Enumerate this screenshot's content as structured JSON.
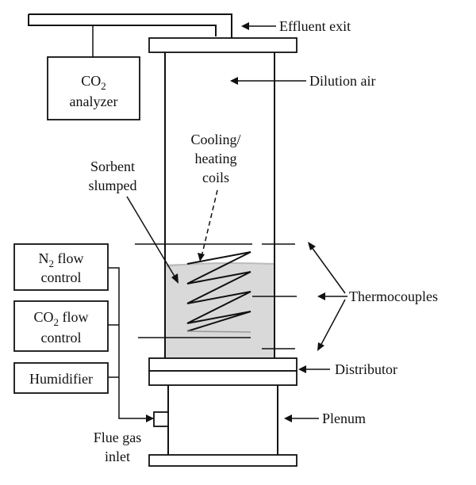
{
  "labels": {
    "effluent_exit": "Effluent exit",
    "dilution_air": "Dilution air",
    "co2_analyzer_line1": "CO",
    "co2_analyzer_sub": "2",
    "co2_analyzer_line2": "analyzer",
    "cooling_line1": "Cooling/",
    "cooling_line2": "heating",
    "cooling_line3": "coils",
    "sorbent_line1": "Sorbent",
    "sorbent_line2": "slumped",
    "n2_line1": "N",
    "n2_sub": "2",
    "n2_line1_rest": " flow",
    "n2_line2": "control",
    "co2_flow_line1": "CO",
    "co2_flow_sub": "2",
    "co2_flow_line1_rest": " flow",
    "co2_flow_line2": "control",
    "humidifier": "Humidifier",
    "thermocouples": "Thermocouples",
    "distributor": "Distributor",
    "plenum": "Plenum",
    "flue_gas_line1": "Flue gas",
    "flue_gas_line2": "inlet"
  },
  "colors": {
    "sorbent_fill": "#d9d9d9",
    "stroke": "#111111"
  }
}
